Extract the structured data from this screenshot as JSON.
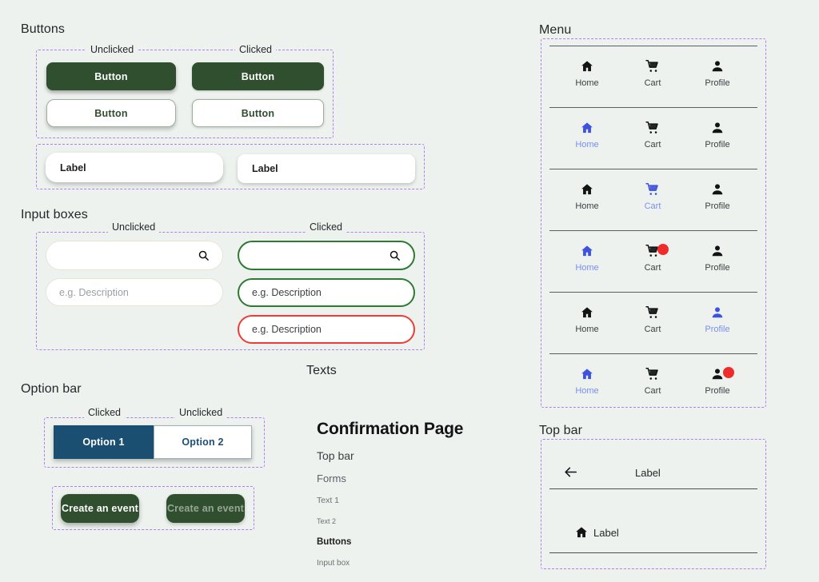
{
  "background": "#eef2ee",
  "accent_green": "#2f4f2f",
  "accent_blue": "#1b4f72",
  "accent_link": "#3f51e0",
  "badge_red": "#f02b2b",
  "group_border": "#b07ef0",
  "sections": {
    "buttons": "Buttons",
    "input_boxes": "Input boxes",
    "option_bar": "Option bar",
    "texts": "Texts",
    "menu": "Menu",
    "top_bar": "Top bar"
  },
  "states": {
    "unclicked": "Unclicked",
    "clicked": "Clicked"
  },
  "buttons": {
    "group_states": [
      "Unclicked",
      "Clicked"
    ],
    "filled": [
      {
        "label": "Button",
        "state": "unclicked"
      },
      {
        "label": "Button",
        "state": "clicked"
      }
    ],
    "outline": [
      {
        "label": "Button",
        "state": "unclicked"
      },
      {
        "label": "Button",
        "state": "clicked"
      }
    ],
    "label_buttons": [
      {
        "label": "Label",
        "variant": "round"
      },
      {
        "label": "Label",
        "variant": "squared"
      }
    ]
  },
  "input_boxes": {
    "group_states": [
      "Unclicked",
      "Clicked"
    ],
    "unclicked": [
      {
        "type": "search",
        "value": "",
        "placeholder": "",
        "icon": "search-icon"
      },
      {
        "type": "text",
        "value": "",
        "placeholder": "e.g. Description"
      }
    ],
    "clicked": [
      {
        "type": "search",
        "value": "",
        "placeholder": "",
        "icon": "search-icon",
        "state": "focus"
      },
      {
        "type": "text",
        "value": "e.g. Description",
        "placeholder": "e.g. Description",
        "state": "valid"
      },
      {
        "type": "text",
        "value": "e.g. Description",
        "placeholder": "e.g. Description",
        "state": "error"
      }
    ]
  },
  "option_bar": {
    "group_states": [
      "Clicked",
      "Unclicked"
    ],
    "options": [
      {
        "label": "Option 1",
        "selected": true
      },
      {
        "label": "Option 2",
        "selected": false
      }
    ],
    "event_buttons": [
      {
        "label": "Create an event",
        "state": "enabled"
      },
      {
        "label": "Create an event",
        "state": "disabled"
      }
    ]
  },
  "texts": {
    "title": "Confirmation Page",
    "h2": "Top bar",
    "h3": "Forms",
    "body1": "Text 1",
    "body2": "Text 2",
    "bold": "Buttons",
    "body3": "Input box"
  },
  "menu": {
    "items": [
      "Home",
      "Cart",
      "Profile"
    ],
    "icons": [
      "home-icon",
      "cart-icon",
      "profile-icon"
    ],
    "rows": [
      {
        "active": null,
        "badge": null
      },
      {
        "active": "Home",
        "badge": null
      },
      {
        "active": "Cart",
        "badge": null
      },
      {
        "active": "Home",
        "badge": "Cart"
      },
      {
        "active": "Profile",
        "badge": null
      },
      {
        "active": "Home",
        "badge": "Profile"
      }
    ]
  },
  "top_bar": {
    "rows": [
      {
        "back_icon": "arrow-left-icon",
        "label": "Label"
      },
      {
        "leading_icon": "home-icon",
        "label": "Label"
      }
    ]
  }
}
